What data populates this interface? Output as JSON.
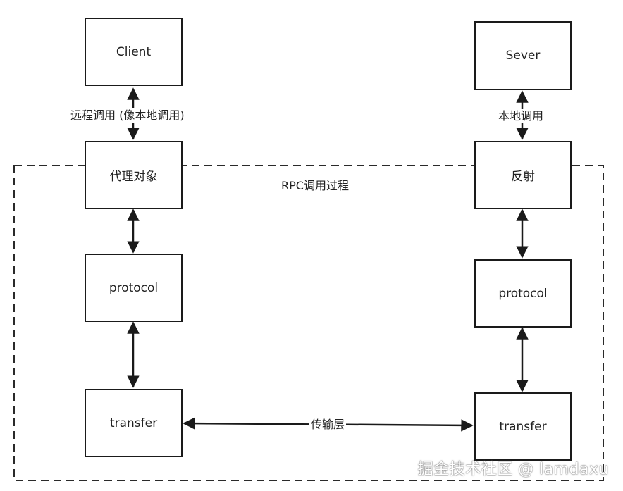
{
  "nodes": {
    "client": "Client",
    "server": "Sever",
    "proxy": "代理对象",
    "reflection": "反射",
    "protocol_left": "protocol",
    "protocol_right": "protocol",
    "transfer_left": "transfer",
    "transfer_right": "transfer"
  },
  "labels": {
    "remote_call": "远程调用 (像本地调用)",
    "local_call": "本地调用",
    "rpc_process": "RPC调用过程",
    "transport_layer": "传输层"
  },
  "watermark": "掘金技术社区 @ lamdaxu",
  "colors": {
    "stroke": "#1a1a1a",
    "dashed_border": "#2a2a2a",
    "background": "#ffffff"
  }
}
